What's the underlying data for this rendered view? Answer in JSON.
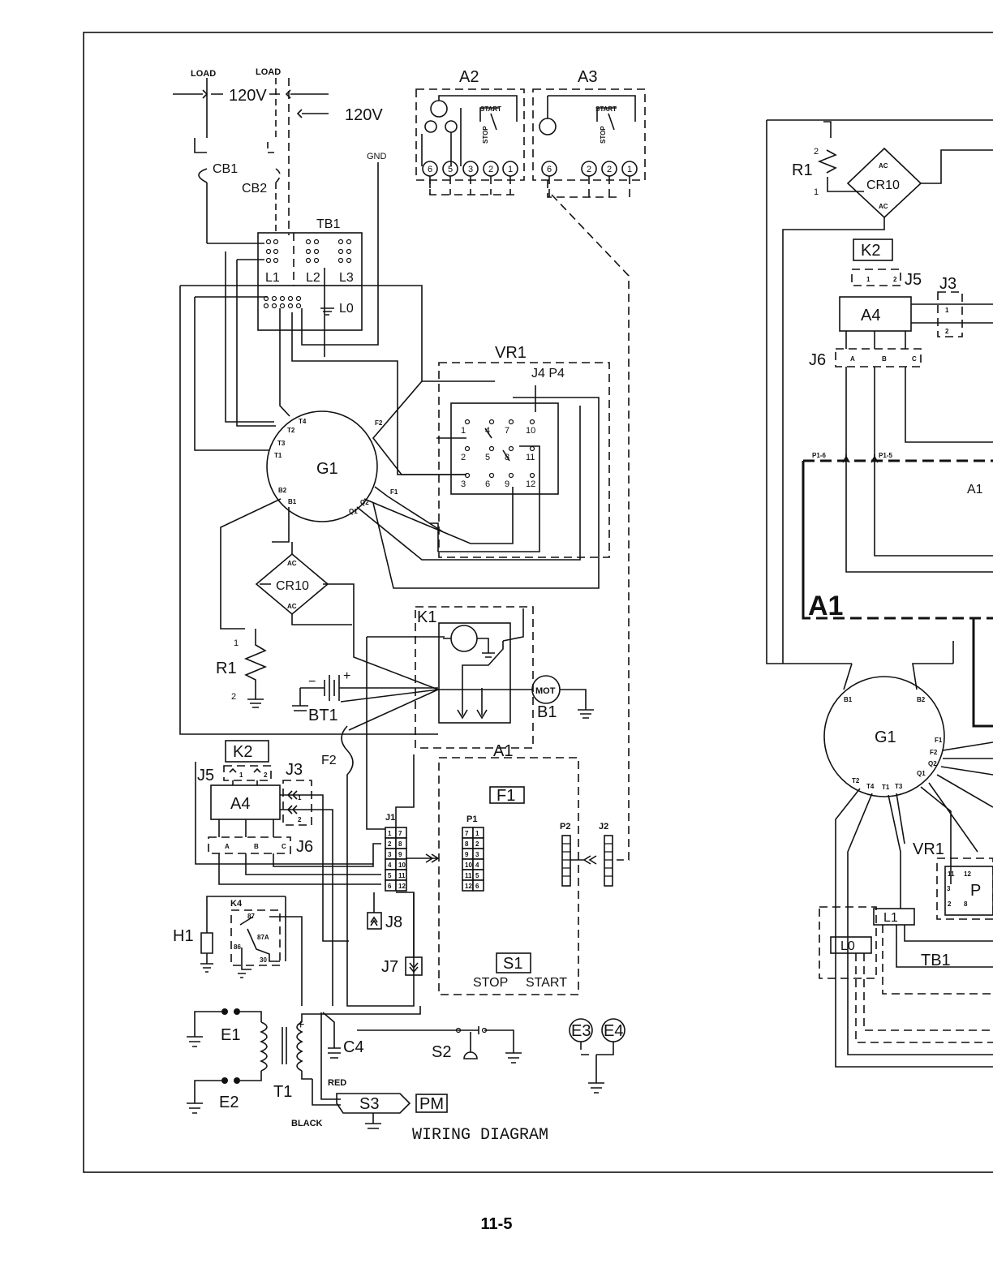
{
  "title": "WIRING DIAGRAM",
  "page_number": "11-5",
  "top": {
    "load1": "LOAD",
    "load2": "LOAD",
    "v120a": "120V",
    "v120b": "120V",
    "gnd": "GND"
  },
  "breakers": {
    "cb1": "CB1",
    "cb2": "CB2"
  },
  "terminal_board": {
    "name": "TB1",
    "l1": "L1",
    "l2": "L2",
    "l3": "L3",
    "l0": "L0"
  },
  "modules": {
    "a2": "A2",
    "a3": "A3",
    "a1": "A1",
    "a4": "A4",
    "start": "START",
    "stop": "STOP"
  },
  "a2_pins": [
    "6",
    "5",
    "3",
    "2",
    "1"
  ],
  "a3_pins": [
    "6",
    "2",
    "2",
    "1"
  ],
  "regulator": {
    "name": "VR1",
    "conn": "J4  P4",
    "pins": [
      "1",
      "4",
      "7",
      "10",
      "2",
      "5",
      "8",
      "11",
      "3",
      "6",
      "9",
      "12"
    ]
  },
  "generator": {
    "name": "G1",
    "t4": "T4",
    "t2": "T2",
    "t3": "T3",
    "t1": "T1",
    "f2": "F2",
    "f1": "F1",
    "b2": "B2",
    "b1": "B1",
    "q1": "Q1",
    "q2": "Q2"
  },
  "rectifier": {
    "name": "CR10",
    "ac1": "AC",
    "ac2": "AC"
  },
  "resistor": {
    "name": "R1",
    "p1": "1",
    "p2": "2"
  },
  "relays": {
    "k1": "K1",
    "k2": "K2",
    "k4": "K4",
    "k4_87": "87",
    "k4_87a": "87A",
    "k4_86": "86",
    "k4_30": "30"
  },
  "battery": {
    "name": "BT1",
    "minus": "−",
    "plus": "+"
  },
  "motor": {
    "label": "MOT",
    "name": "B1"
  },
  "fuse": "F2",
  "connectors": {
    "j1": "J1",
    "j2": "J2",
    "j3": "J3",
    "j5": "J5",
    "j6": "J6",
    "j7": "J7",
    "j8": "J8",
    "p1": "P1",
    "p2": "P2",
    "j5_1": "1",
    "j5_2": "2",
    "j6_a": "A",
    "j6_b": "B",
    "j6_c": "C",
    "j3_1": "1",
    "j3_2": "2"
  },
  "j1_pins": [
    "1",
    "7",
    "2",
    "8",
    "3",
    "9",
    "4",
    "10",
    "5",
    "11",
    "6",
    "12"
  ],
  "p1_pins": [
    "7",
    "1",
    "8",
    "2",
    "9",
    "3",
    "10",
    "4",
    "11",
    "5",
    "12",
    "6"
  ],
  "a1_labels": {
    "f1": "F1",
    "s1": "S1",
    "stop": "STOP",
    "start": "START"
  },
  "heater": "H1",
  "ignition": {
    "e1": "E1",
    "e2": "E2",
    "t1": "T1",
    "c4": "C4",
    "red": "RED",
    "black": "BLACK",
    "plus": "+"
  },
  "switches": {
    "s2": "S2",
    "s3": "S3",
    "pm": "PM"
  },
  "electrodes": {
    "e3": "E3",
    "e4": "E4"
  },
  "right_panel": {
    "r1": "R1",
    "r1_p1": "1",
    "r1_p2": "2",
    "cr10": "CR10",
    "ac1": "AC",
    "ac2": "AC",
    "k2": "K2",
    "j5": "J5",
    "j3": "J3",
    "a4": "A4",
    "j6": "J6",
    "p16": "P1-6",
    "p15": "P1-5",
    "a1": "A1",
    "a1_big": "A1",
    "g1": "G1",
    "b1": "B1",
    "b2": "B2",
    "f1": "F1",
    "f2": "F2",
    "q2": "Q2",
    "q1": "Q1",
    "t2": "T2",
    "t4": "T4",
    "t1": "T1",
    "t3": "T3",
    "vr1": "VR1",
    "p": "P",
    "l1": "L1",
    "l0": "L0",
    "tb1": "TB1",
    "j5_1": "1",
    "j5_2": "2",
    "j3_1": "1",
    "j3_2": "2",
    "j6_a": "A",
    "j6_b": "B",
    "j6_c": "C",
    "vr_11": "11",
    "vr_12": "12",
    "vr_3": "3",
    "vr_2": "2",
    "vr_8": "8"
  }
}
